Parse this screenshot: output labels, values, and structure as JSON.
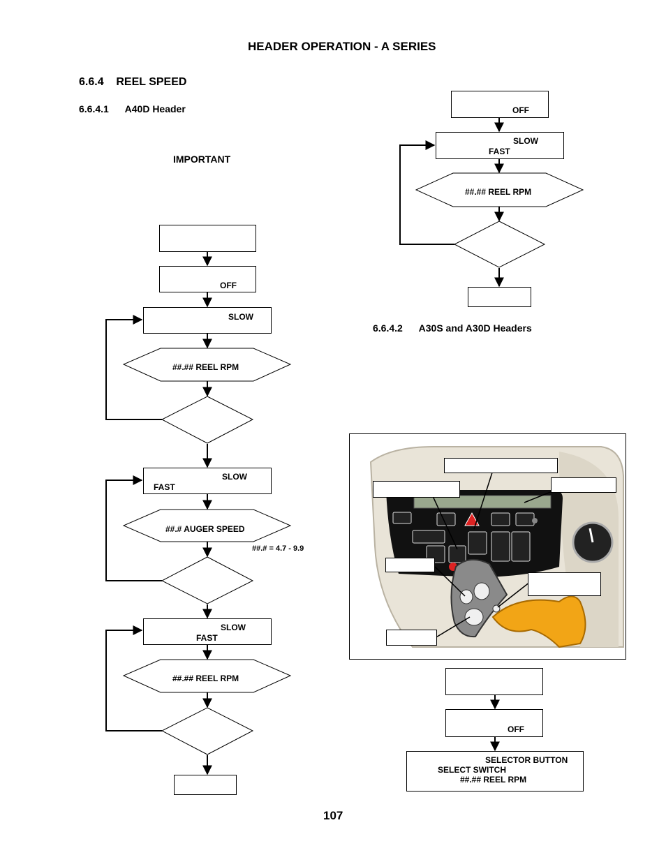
{
  "page": {
    "header_title": "HEADER OPERATION - A SERIES",
    "section_title": "6.6.4    REEL SPEED",
    "subsection_1": "6.6.4.1      A40D Header",
    "important_label": "IMPORTANT",
    "subsection_2": "6.6.4.2      A30S and A30D Headers",
    "page_number": "107"
  },
  "left_flow": {
    "box2_text": "OFF",
    "box3_text": "SLOW",
    "hex1_text": "##.## REEL RPM",
    "box4_slow": "SLOW",
    "box4_fast": "FAST",
    "hex2_text": "##.# AUGER SPEED",
    "auger_range": "##.# = 4.7 - 9.9",
    "box5_slow": "SLOW",
    "box5_fast": "FAST",
    "hex3_text": "##.## REEL RPM"
  },
  "right_flow": {
    "box1_text": "OFF",
    "box2_slow": "SLOW",
    "box2_fast": "FAST",
    "hex_text": "##.## REEL RPM"
  },
  "bottom_flow": {
    "box2_text": "OFF",
    "final_line1": "SELECTOR BUTTON",
    "final_line2": "SELECT SWITCH",
    "final_line3": "##.## REEL RPM"
  },
  "colors": {
    "console_panel": "#111111",
    "console_bezel": "#e9e4d8",
    "joystick": "#f2a516",
    "display_lcd": "#9aa88e"
  }
}
